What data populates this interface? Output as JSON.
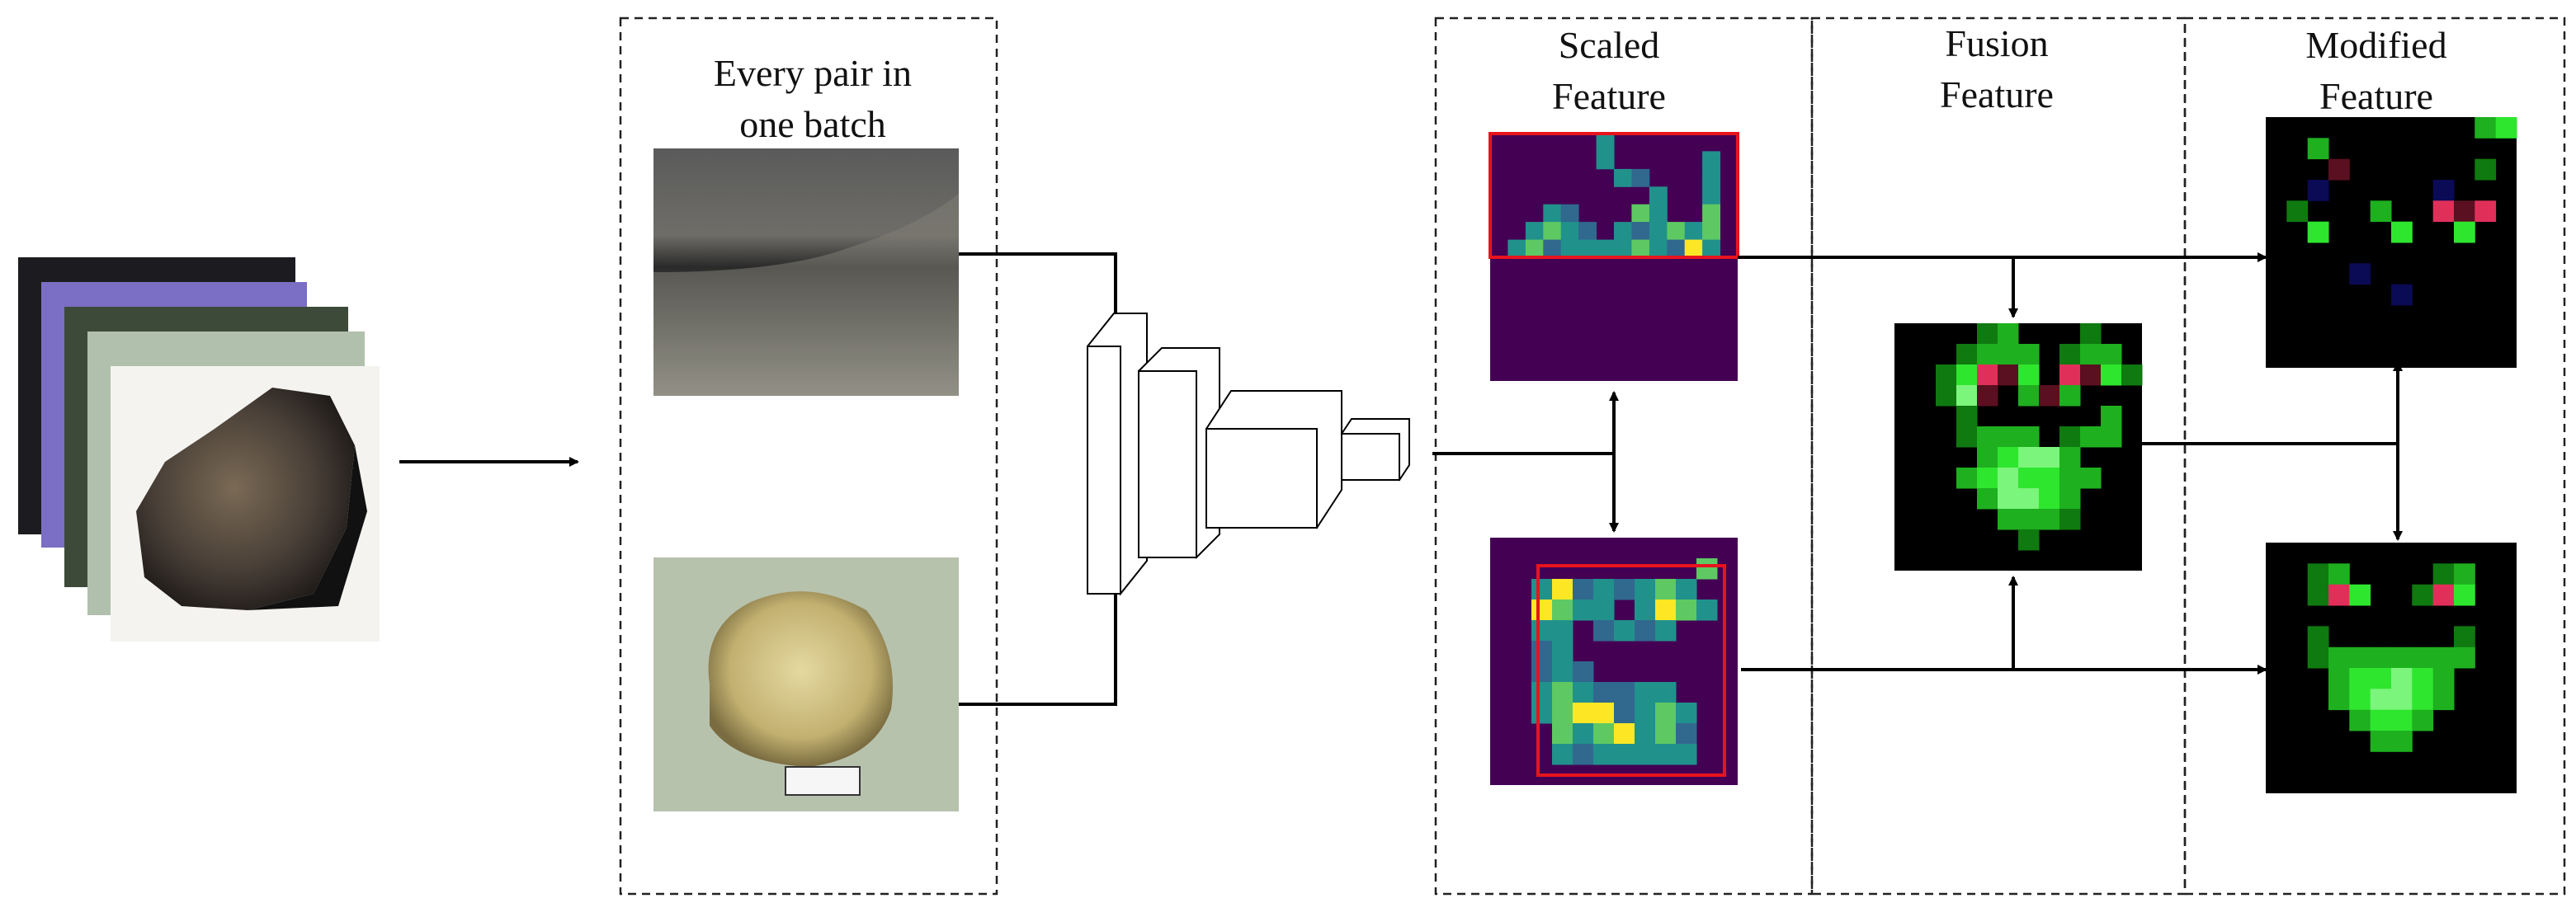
{
  "panels": {
    "pair": {
      "line1": "Every pair in",
      "line2": "one batch"
    },
    "scaled": {
      "line1": "Scaled",
      "line2": "Feature"
    },
    "fusion": {
      "line1": "Fusion",
      "line2": "Feature"
    },
    "modified": {
      "line1": "Modified",
      "line2": "Feature"
    }
  },
  "colors": {
    "viridis_dark": "#440154",
    "viridis_blue": "#31688e",
    "viridis_teal": "#21918c",
    "viridis_green": "#5ec962",
    "viridis_yellow": "#fde725",
    "highlight_box": "#e8141d",
    "feature_green": "#2ee62e",
    "feature_red": "#e0305a",
    "background_black": "#000000"
  },
  "icons": {
    "input_stack": "rock-photo-stack-icon",
    "backbone": "cnn-backbone-icon"
  }
}
